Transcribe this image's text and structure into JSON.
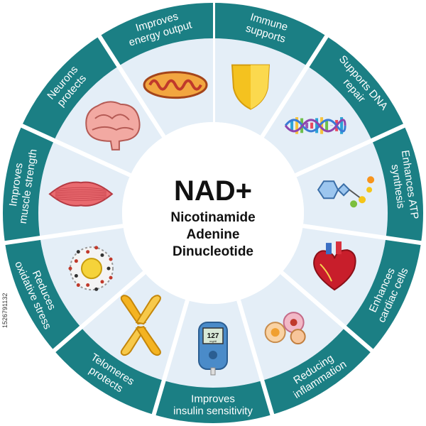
{
  "center": {
    "title": "NAD+",
    "line1": "Nicotinamide",
    "line2": "Adenine",
    "line3": "Dinucleotide"
  },
  "segments": [
    {
      "lines": [
        "Immune",
        "supports"
      ],
      "icon": "shield-icon"
    },
    {
      "lines": [
        "Supports DNA",
        "repair"
      ],
      "icon": "dna-icon"
    },
    {
      "lines": [
        "Enhances ATP",
        "synthesis"
      ],
      "icon": "molecule-icon"
    },
    {
      "lines": [
        "Enhances",
        "cardiac cells"
      ],
      "icon": "heart-icon"
    },
    {
      "lines": [
        "Reducing",
        "inflammation"
      ],
      "icon": "cells-icon"
    },
    {
      "lines": [
        "Improves",
        "insulin sensitivity"
      ],
      "icon": "glucometer-icon"
    },
    {
      "lines": [
        "Telomeres",
        "protects"
      ],
      "icon": "chromosome-icon"
    },
    {
      "lines": [
        "Reduces",
        "oxidative stress"
      ],
      "icon": "cell-icon"
    },
    {
      "lines": [
        "Improves",
        "muscle strength"
      ],
      "icon": "muscle-icon"
    },
    {
      "lines": [
        "Neurons",
        "protects"
      ],
      "icon": "brain-icon"
    },
    {
      "lines": [
        "Improves",
        "energy output"
      ],
      "icon": "mitochondria-icon"
    }
  ],
  "glucometer_reading": "127",
  "glucometer_unit": "mg/dl",
  "side_id": "1526791132",
  "colors": {
    "ring": "#1b7f84",
    "ring_dark": "#136569",
    "inner": "#e4eef7",
    "center": "#ffffff",
    "divider": "#ffffff"
  }
}
